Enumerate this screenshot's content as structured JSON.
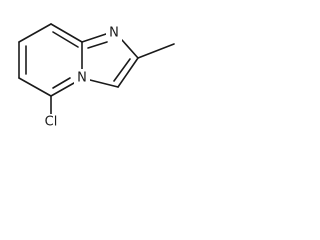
{
  "molecule": {
    "atoms": {
      "n_imine": "N",
      "n_bridge": "N",
      "chlorine": "Cl"
    }
  }
}
